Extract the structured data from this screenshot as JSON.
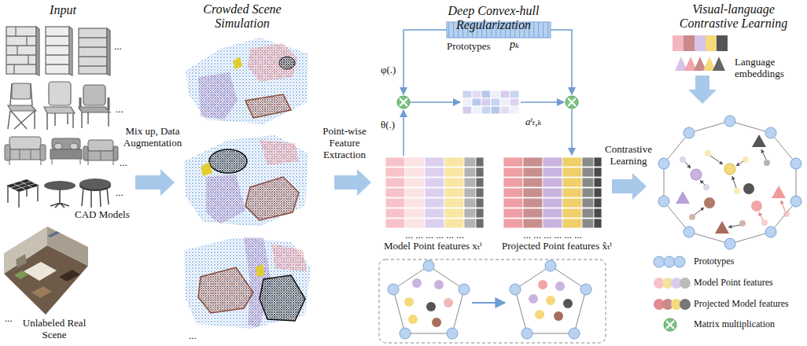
{
  "diagram": {
    "nodes": [
      {
        "text": [
          "Prototypes"
        ]
      },
      {
        "text": [
          "Model Point features xₜⁱ"
        ]
      },
      {
        "text": [
          "Projected Point features x̂ₜⁱ"
        ]
      }
    ],
    "labels": [
      "Input",
      "Crowded Scene Simulation",
      "Deep Convex-hull Regularization",
      "Visual-language Contrastive Learning",
      "...",
      "...",
      "...",
      "...",
      "CAD Models",
      "...",
      "Unlabeled Real Scene",
      "...",
      "Mix up, Data Augmentation",
      "Point-wise Feature Extraction",
      "φ(.)",
      "pₖ",
      "θ(.)",
      "aⁱₜ,ₖ",
      "... ... ... ... ... ...",
      "... ... ... ... ... ...",
      "Contrastive Learning",
      "Language embeddings"
    ],
    "legend": [
      {
        "text": "Prototypes"
      },
      {
        "text": "Model Point features"
      },
      {
        "text": "Projected Model features"
      },
      {
        "text": "Matrix multiplication"
      }
    ]
  }
}
